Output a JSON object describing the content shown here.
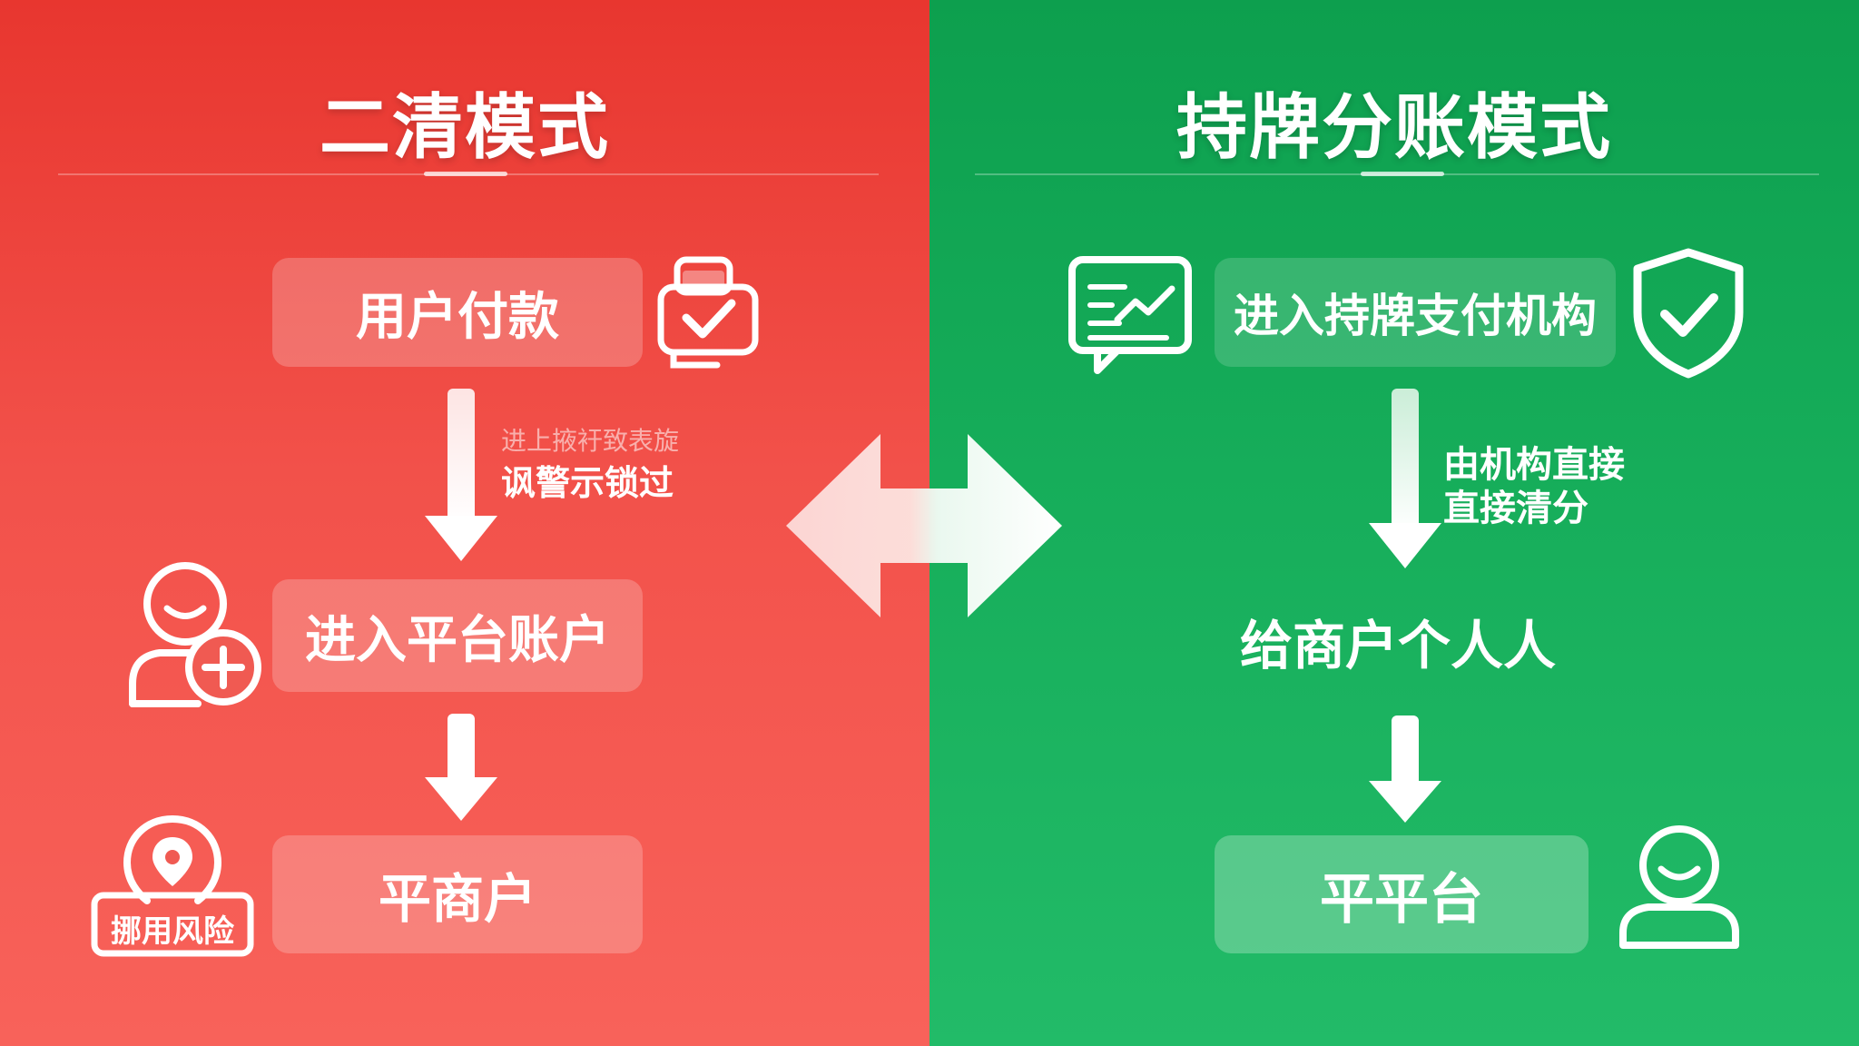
{
  "left": {
    "title": "二清模式",
    "step1": "用户付款",
    "step2": "进入平台账户",
    "step3": "平商户",
    "note_faded": "进上掖衧致表旋",
    "note_main": "讽警示锁过",
    "risk_badge": "挪用风险",
    "icons": [
      "printer-check-icon",
      "user-add-icon",
      "location-pin-icon"
    ]
  },
  "right": {
    "title": "持牌分账模式",
    "step1": "进入持牌支付机构",
    "step2": "给商户个人人",
    "step3": "平平台",
    "note_line1": "由机构直接",
    "note_line2": "直接清分",
    "icons": [
      "chat-chart-icon",
      "shield-check-icon",
      "user-icon"
    ]
  },
  "center": {
    "icon": "double-arrow-icon"
  },
  "colors": {
    "red": "#ef4a43",
    "green": "#16ad5a",
    "white": "#ffffff"
  }
}
